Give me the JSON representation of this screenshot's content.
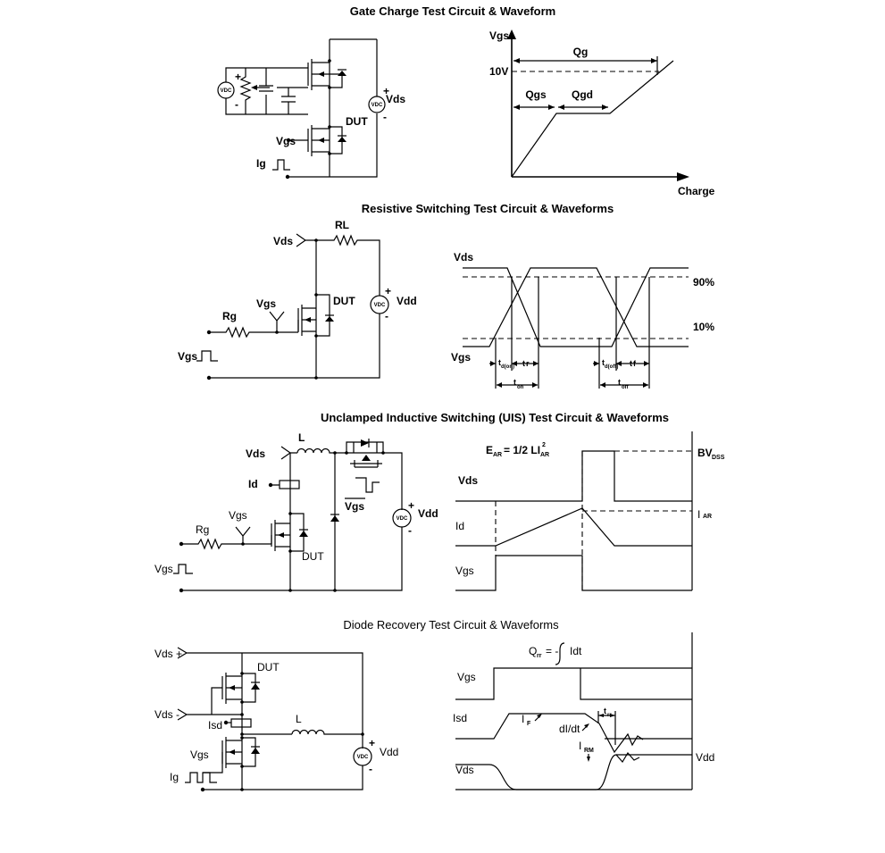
{
  "gate_charge": {
    "title": "Gate Charge Test Circuit & Waveform",
    "dut": "DUT",
    "vds": "Vds",
    "vgs": "Vgs",
    "ig": "Ig",
    "vdc": "VDC",
    "plus": "+",
    "minus": "-",
    "wave": {
      "vgs": "Vgs",
      "v10": "10V",
      "qg": "Qg",
      "qgs": "Qgs",
      "qgd": "Qgd",
      "charge": "Charge"
    }
  },
  "resistive": {
    "title": "Resistive Switching Test Circuit & Waveforms",
    "vds": "Vds",
    "rl": "RL",
    "vgs": "Vgs",
    "rg": "Rg",
    "dut": "DUT",
    "vdd": "Vdd",
    "vgs_src": "Vgs",
    "vdc": "VDC",
    "plus": "+",
    "minus": "-",
    "wave": {
      "vds": "Vds",
      "vgs": "Vgs",
      "p90": "90%",
      "p10": "10%",
      "t": "t",
      "sub_don": "d(on)",
      "r": "r",
      "on": "on",
      "sub_doff": "d(off)",
      "f": "f",
      "off": "off"
    }
  },
  "uis": {
    "title": "Unclamped Inductive Switching (UIS) Test Circuit & Waveforms",
    "vds": "Vds",
    "l": "L",
    "id": "Id",
    "vgs": "Vgs",
    "rg": "Rg",
    "dut": "DUT",
    "vgs_bar": "Vgs",
    "vdd": "Vdd",
    "vgs_src": "Vgs",
    "vdc": "VDC",
    "plus": "+",
    "minus": "-",
    "wave": {
      "e_main": "E",
      "e_sub": "AR",
      "e_eq": "= 1/2 LI",
      "e_sup": "2",
      "e_sub2": "AR",
      "bv": "BV",
      "bv_sub": "DSS",
      "vds": "Vds",
      "id": "Id",
      "iar": "I",
      "iar_sub": "AR",
      "vgs": "Vgs"
    }
  },
  "diode": {
    "title": "Diode Recovery Test Circuit & Waveforms",
    "vds_plus": "Vds +",
    "dut": "DUT",
    "vds_minus": "Vds -",
    "isd": "Isd",
    "l": "L",
    "vgs": "Vgs",
    "ig": "Ig",
    "vdd": "Vdd",
    "vdc": "VDC",
    "plus": "+",
    "minus": "-",
    "wave": {
      "qrr": "Q",
      "qrr_sub": "rr",
      "qrr_eq": "= -",
      "idt": "Idt",
      "vgs": "Vgs",
      "isd": "Isd",
      "if": "I",
      "if_sub": "F",
      "didt": "dI/dt",
      "trr": "t",
      "trr_sub": "rr",
      "irm": "I",
      "irm_sub": "RM",
      "vds": "Vds",
      "vdd": "Vdd"
    }
  }
}
